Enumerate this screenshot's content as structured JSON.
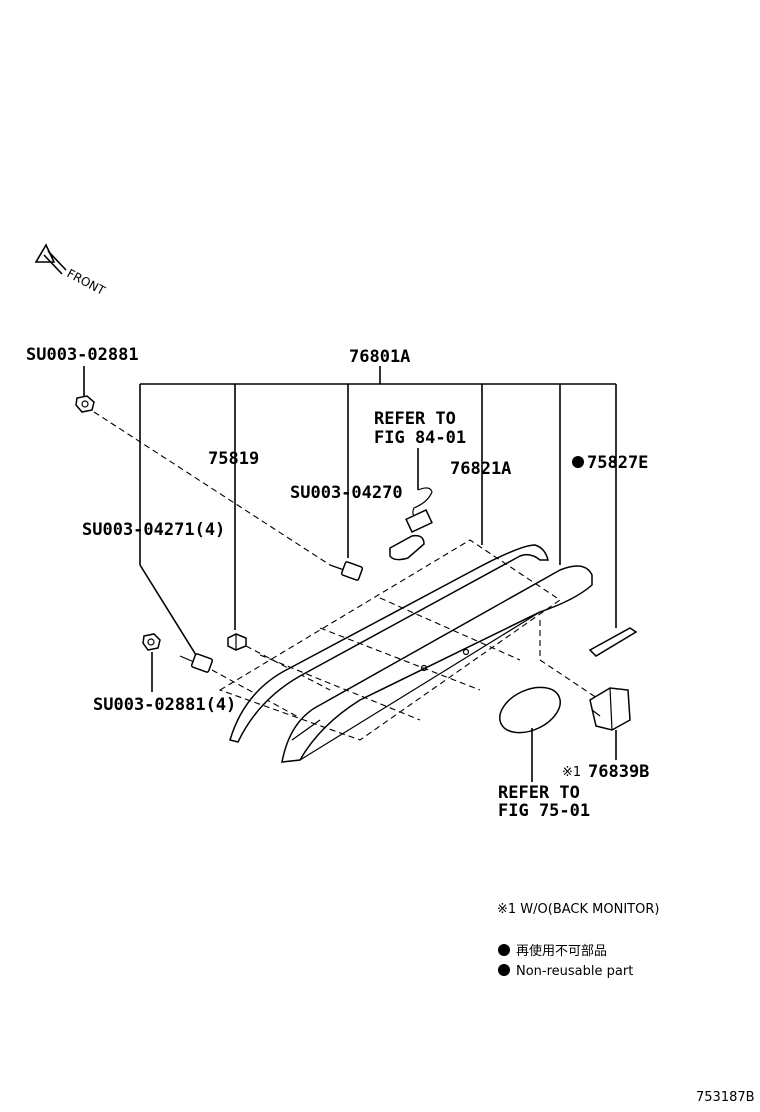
{
  "front_label": "FRONT",
  "labels": {
    "main_assembly": "76801A",
    "bolt_top_left": "SU003-02881",
    "part_75819": "75819",
    "refer_top_line1": "REFER TO",
    "refer_top_line2": "FIG 84-01",
    "part_76821A": "76821A",
    "part_75827E": "75827E",
    "bolt_04270": "SU003-04270",
    "bolt_04271": "SU003-04271(4)",
    "bolt_02881_4": "SU003-02881(4)",
    "part_76839B_prefix": "※1",
    "part_76839B": "76839B",
    "refer_bottom_line1": "REFER TO",
    "refer_bottom_line2": "FIG 75-01"
  },
  "notes": {
    "note1": "※1 W/O(BACK MONITOR)",
    "note_jp": "再使用不可部品",
    "note_en": "Non-reusable part"
  },
  "figure_code": "753187B"
}
